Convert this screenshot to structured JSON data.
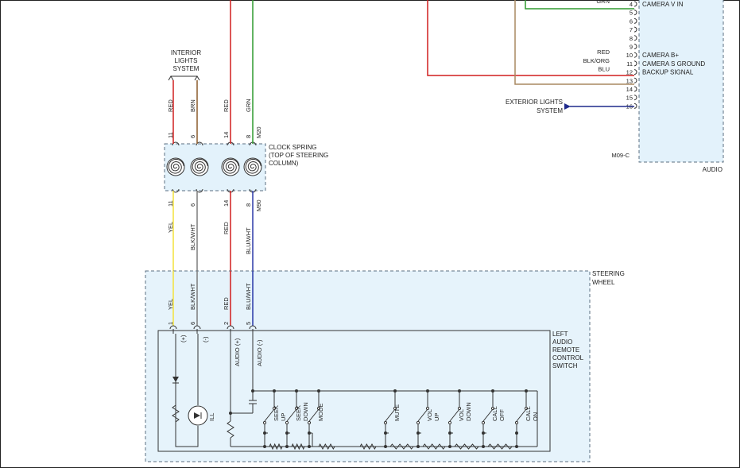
{
  "colors": {
    "red": "#d11f1f",
    "green": "#2f9a2f",
    "brown": "#8a5a2b",
    "tan": "#a88860",
    "yellow": "#f3e23c",
    "gray": "#7d7d7d",
    "blue": "#2b3aa8",
    "navy": "#1f2a8c",
    "box_fill": "#e3f2fb",
    "box_border": "#5b6f80"
  },
  "interior_lights": {
    "line1": "INTERIOR",
    "line2": "LIGHTS",
    "line3": "SYSTEM"
  },
  "exterior_lights": {
    "line1": "EXTERIOR LIGHTS",
    "line2": "SYSTEM"
  },
  "clock_spring": {
    "line1": "CLOCK SPRING",
    "line2": "(TOP OF STEERING",
    "line3": "COLUMN)",
    "top_connector": "M20",
    "bottom_connector": "M90",
    "top_pins": [
      "11",
      "6",
      "14",
      "8"
    ],
    "bottom_pins": [
      "11",
      "6",
      "14",
      "8"
    ],
    "top_wires": [
      "RED",
      "BRN",
      "RED",
      "GRN"
    ],
    "bottom_wires": [
      "YEL",
      "BLK/WHT",
      "RED",
      "BLU/WHT"
    ]
  },
  "audio": {
    "label": "AUDIO",
    "connector": "M09-C",
    "pins": [
      {
        "pin": "4",
        "wire": "GRN",
        "name": "CAMERA V IN"
      },
      {
        "pin": "5",
        "wire": "",
        "name": ""
      },
      {
        "pin": "6",
        "wire": "",
        "name": ""
      },
      {
        "pin": "7",
        "wire": "",
        "name": ""
      },
      {
        "pin": "8",
        "wire": "",
        "name": ""
      },
      {
        "pin": "9",
        "wire": "",
        "name": ""
      },
      {
        "pin": "10",
        "wire": "RED",
        "name": "CAMERA B+"
      },
      {
        "pin": "11",
        "wire": "BLK/ORG",
        "name": "CAMERA S GROUND"
      },
      {
        "pin": "12",
        "wire": "BLU",
        "name": "BACKUP SIGNAL"
      },
      {
        "pin": "13",
        "wire": "",
        "name": ""
      },
      {
        "pin": "14",
        "wire": "",
        "name": ""
      },
      {
        "pin": "15",
        "wire": "",
        "name": ""
      },
      {
        "pin": "16",
        "wire": "",
        "name": ""
      }
    ]
  },
  "steering_wheel": {
    "line1": "STEERING",
    "line2": "WHEEL",
    "pins": [
      "1",
      "6",
      "2",
      "5"
    ],
    "wires": [
      "YEL",
      "BLK/WHT",
      "RED",
      "BLU/WHT"
    ],
    "pin_signs": [
      "(+)",
      "(-)"
    ],
    "audio_plus": "AUDIO (+)",
    "audio_minus": "AUDIO (-)"
  },
  "remote_switch": {
    "line1": "LEFT",
    "line2": "AUDIO",
    "line3": "REMOTE",
    "line4": "CONTROL",
    "line5": "SWITCH",
    "ill": "ILL",
    "switches": [
      {
        "l1": "SEEK",
        "l2": "UP"
      },
      {
        "l1": "SEEK",
        "l2": "DOWN"
      },
      {
        "l1": "MODE",
        "l2": ""
      },
      {
        "l1": "MUTE",
        "l2": ""
      },
      {
        "l1": "VOL",
        "l2": "UP"
      },
      {
        "l1": "VOL",
        "l2": "DOWN"
      },
      {
        "l1": "CALL",
        "l2": "OFF"
      },
      {
        "l1": "CALL",
        "l2": "ON"
      }
    ]
  }
}
